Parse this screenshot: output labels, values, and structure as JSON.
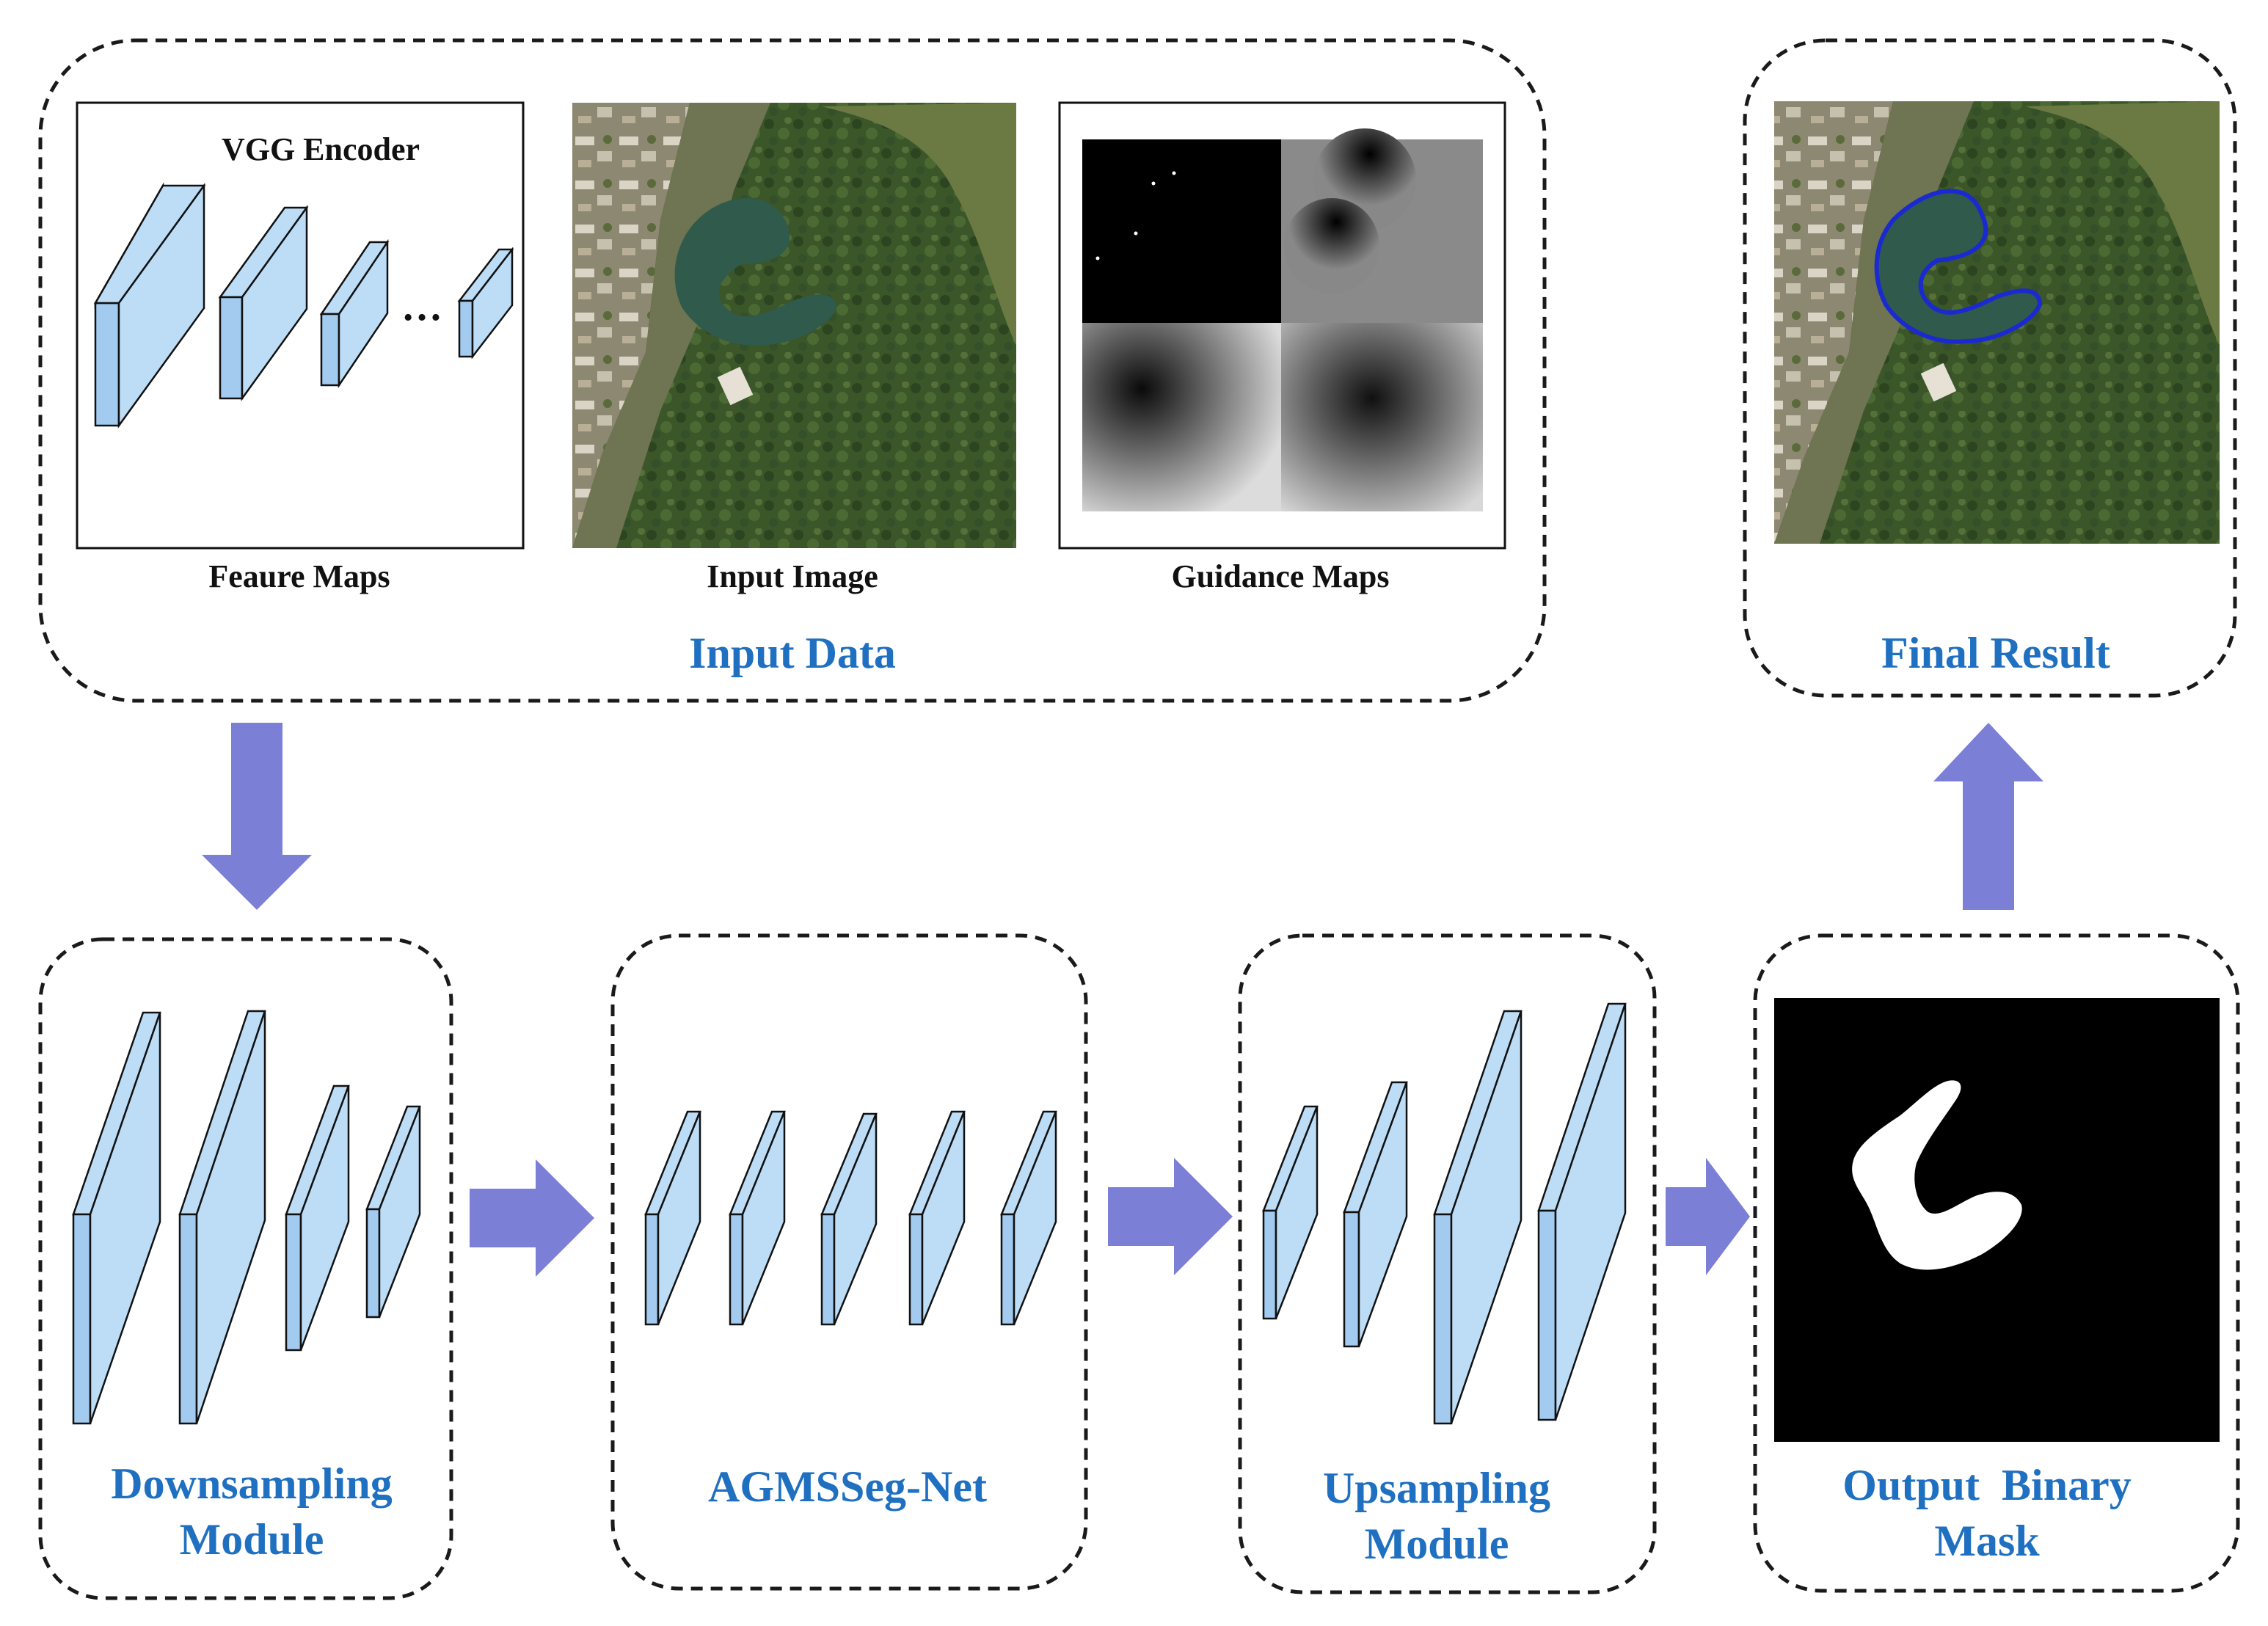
{
  "input_group": {
    "title": "Input Data",
    "vgg_title": "VGG Encoder",
    "ellipsis": "…",
    "feature_caption": "Feaure Maps",
    "image_caption": "Input Image",
    "guidance_caption": "Guidance Maps"
  },
  "final_group": {
    "title": "Final Result"
  },
  "modules": {
    "downsampling": [
      "Downsampling",
      "Module"
    ],
    "agms": "AGMSSeg-Net",
    "upsampling": [
      "Upsampling",
      "Module"
    ],
    "output": [
      "Output  Binary",
      "Mask"
    ]
  },
  "colors": {
    "title_blue": "#1F70C1",
    "arrow": "#7B7FD6",
    "layer_fill": "#BDDDF7",
    "layer_side": "#A3CBEF",
    "dashed_border": "#1A1A1A",
    "water": "#2F5A4C",
    "forest": "#3E5A2A",
    "contour": "#1A2AD0"
  },
  "icons": [
    "down-arrow",
    "right-arrow",
    "up-arrow"
  ]
}
